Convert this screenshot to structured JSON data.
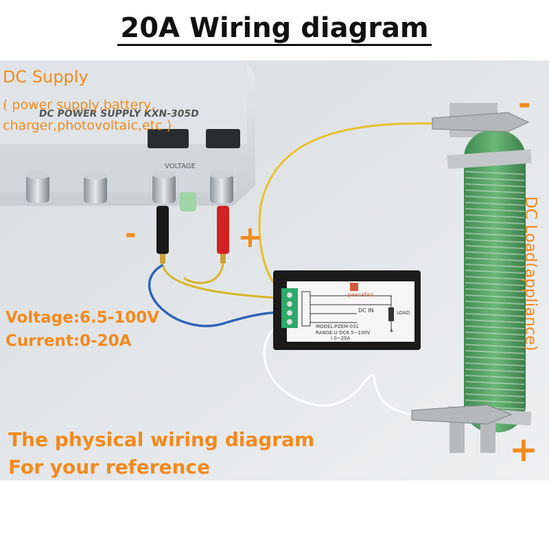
{
  "title": "20A Wiring diagram",
  "dc_supply": {
    "label": "DC Supply",
    "examples": "( power supply,battery, charger,photovoltaic,etc )",
    "device_label": "DC POWER SUPPLY  KXN-305D",
    "voltage_knob_label": "VOLTAGE",
    "minus_sign": "-",
    "plus_sign": "+"
  },
  "specs": {
    "voltage": "Voltage:6.5-100V",
    "current": "Current:0-20A"
  },
  "meter": {
    "brand": "peacefair",
    "dc_in": "DC IN",
    "load": "LOAD",
    "model": "MODEL:PZEM-031",
    "range_u": "RANGE:U DC6.5~100V",
    "range_i": "I  0~20A",
    "minus_sign": "-",
    "plus_sign": "+"
  },
  "load": {
    "label": "DC Load(appliance)",
    "minus_sign": "-",
    "plus_sign": "+"
  },
  "footer": {
    "line1": "The physical wiring diagram",
    "line2": "For your reference"
  },
  "colors": {
    "accent_orange": "#f28a1c",
    "title_black": "#111111",
    "resistor_green": "#4f9a5f",
    "wire_yellow": "#e8c12a",
    "wire_blue": "#2f63b8",
    "wire_white": "#ffffff",
    "meter_black": "#1b1b1b",
    "terminal_green": "#2ea96a",
    "plug_red": "#d22222"
  }
}
